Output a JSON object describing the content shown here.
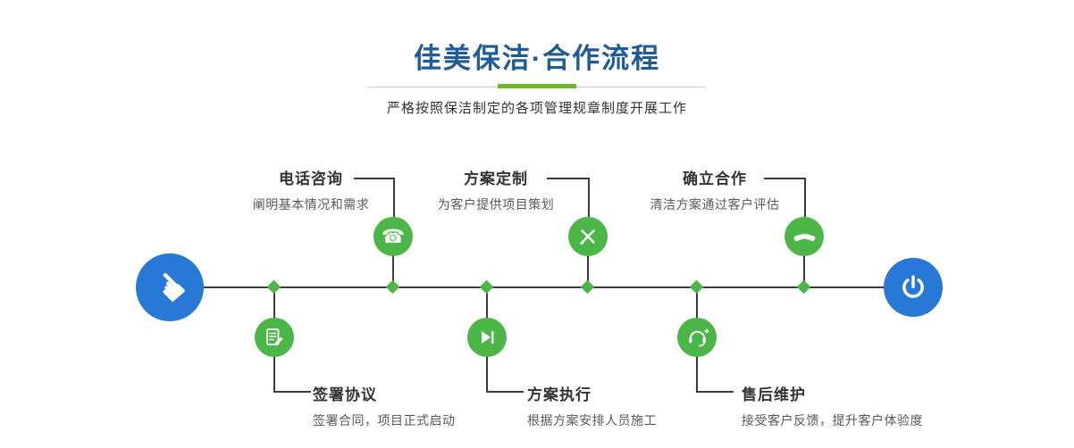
{
  "header": {
    "title": "佳美保洁·合作流程",
    "subtitle": "严格按照保洁制定的各项管理规章制度开展工作"
  },
  "timeline": {
    "start_icon": "hand-pointer-icon",
    "end_icon": "power-icon",
    "steps_top": [
      {
        "label": "电话咨询",
        "desc": "阐明基本情况和需求",
        "icon": "phone-icon"
      },
      {
        "label": "方案定制",
        "desc": "为客户提供项目策划",
        "icon": "design-tools-icon"
      },
      {
        "label": "确立合作",
        "desc": "清洁方案通过客户评估",
        "icon": "handshake-icon"
      }
    ],
    "steps_bottom": [
      {
        "label": "签署协议",
        "desc": "签署合同，项目正式启动",
        "icon": "contract-icon"
      },
      {
        "label": "方案执行",
        "desc": "根据方案安排人员施工",
        "icon": "play-icon"
      },
      {
        "label": "售后维护",
        "desc": "接受客户反馈，提升客户体验度",
        "icon": "headset-icon"
      }
    ]
  },
  "colors": {
    "title_blue": "#1f5c97",
    "node_green": "#4cb648",
    "node_blue": "#2878d8",
    "line_dark": "#3b3b3b",
    "accent_green": "#6eb92b"
  },
  "icons": {
    "phone_glyph": "☎",
    "hand_glyph": "☚"
  }
}
